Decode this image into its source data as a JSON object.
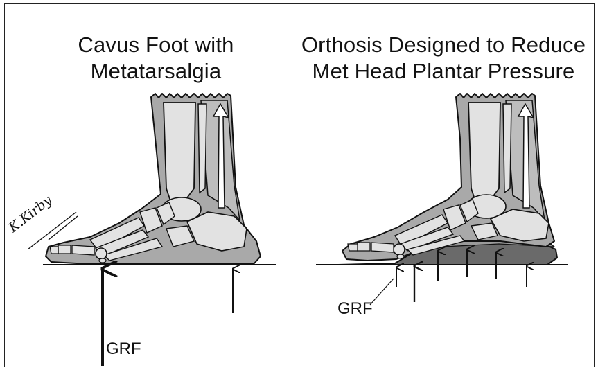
{
  "left_panel": {
    "title_line1": "Cavus Foot with",
    "title_line2": "Metatarsalgia",
    "force_label": "GRF"
  },
  "right_panel": {
    "title_line1": "Orthosis Designed to Reduce",
    "title_line2": "Met Head Plantar Pressure",
    "force_label": "GRF"
  },
  "signature": "K.Kirby",
  "colors": {
    "soft_tissue": "#a9a9a9",
    "bone": "#e2e2e2",
    "muscle": "#bdbdbd",
    "orthosis": "#6a6a6a",
    "ink": "#111111"
  }
}
